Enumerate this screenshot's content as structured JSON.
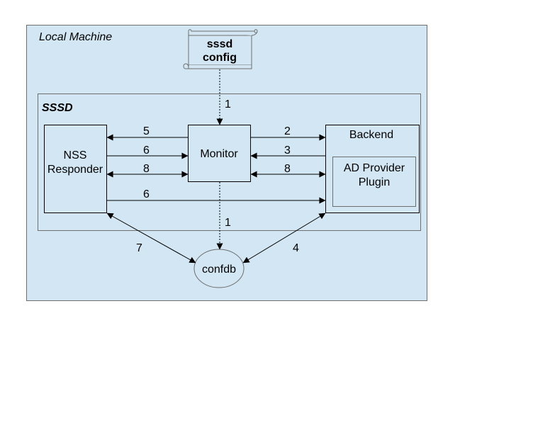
{
  "machine": {
    "label": "Local Machine"
  },
  "config_doc": {
    "line1": "sssd",
    "line2": "config"
  },
  "sssd": {
    "label": "SSSD"
  },
  "nss": {
    "line1": "NSS",
    "line2": "Responder"
  },
  "monitor": {
    "label": "Monitor"
  },
  "backend": {
    "label": "Backend"
  },
  "ad_provider": {
    "line1": "AD Provider",
    "line2": "Plugin"
  },
  "confdb": {
    "label": "confdb"
  },
  "arrows": {
    "config_to_monitor": "1",
    "monitor_to_nss": "5",
    "nss_to_monitor": "6",
    "nss_monitor_both": "8",
    "monitor_to_backend": "2",
    "backend_to_monitor": "3",
    "monitor_backend_both": "8",
    "nss_to_backend": "6",
    "monitor_to_confdb": "1",
    "nss_confdb": "7",
    "backend_confdb": "4"
  }
}
